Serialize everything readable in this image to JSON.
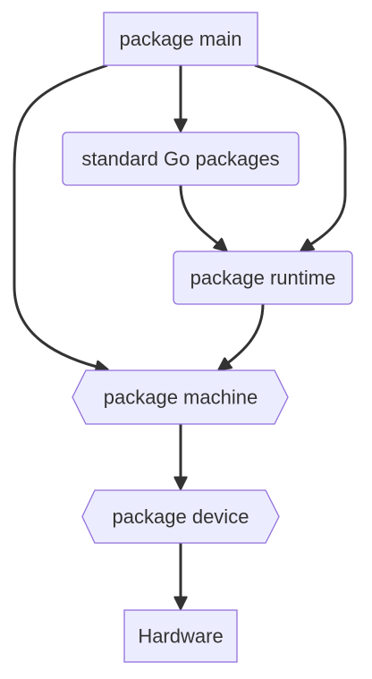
{
  "nodes": {
    "main": "package main",
    "std": "standard Go packages",
    "runtime": "package runtime",
    "machine": "package machine",
    "device": "package device",
    "hardware": "Hardware"
  },
  "colors": {
    "node_fill": "#ececff",
    "node_stroke": "#9370db",
    "edge": "#333333",
    "text": "#333333"
  }
}
